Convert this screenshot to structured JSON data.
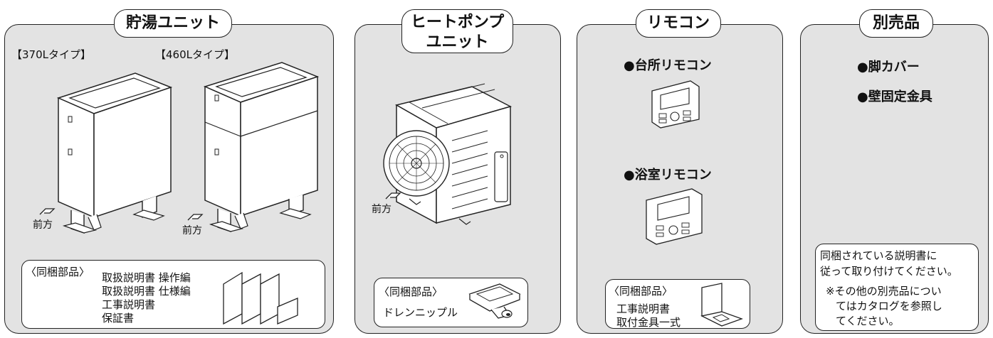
{
  "tank_panel": {
    "title": "貯湯ユニット",
    "type_370": "【370Lタイプ】",
    "type_460": "【460Lタイプ】",
    "front_label": "前方",
    "bundled_header": "〈同梱部品〉",
    "bundled_items": [
      "取扱説明書 操作編",
      "取扱説明書 仕様編",
      "工事説明書",
      "保証書"
    ]
  },
  "heatpump_panel": {
    "title_line1": "ヒートポンプ",
    "title_line2": "ユニット",
    "front_label": "前方",
    "bundled_header": "〈同梱部品〉",
    "bundled_item": "ドレンニップル"
  },
  "remote_panel": {
    "title": "リモコン",
    "kitchen_remote": "●台所リモコン",
    "bath_remote": "●浴室リモコン",
    "bundled_header": "〈同梱部品〉",
    "bundled_items": [
      "工事説明書",
      "取付金具一式"
    ]
  },
  "options_panel": {
    "title": "別売品",
    "items": [
      "●脚カバー",
      "●壁固定金具"
    ],
    "note_lines": [
      "同梱されている説明書に",
      "従って取り付けてください。"
    ],
    "ref_lines": [
      "※その他の別売品につい",
      "てはカタログを参照し",
      "てください。"
    ]
  }
}
